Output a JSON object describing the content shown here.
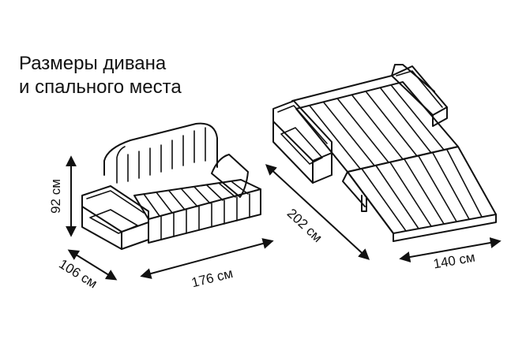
{
  "title": {
    "line1": "Размеры дивана",
    "line2": "и спального места"
  },
  "dimensions": {
    "height": "92 см",
    "depth": "106 см",
    "width": "176 см",
    "bed_length": "202 см",
    "bed_width": "140 см"
  }
}
